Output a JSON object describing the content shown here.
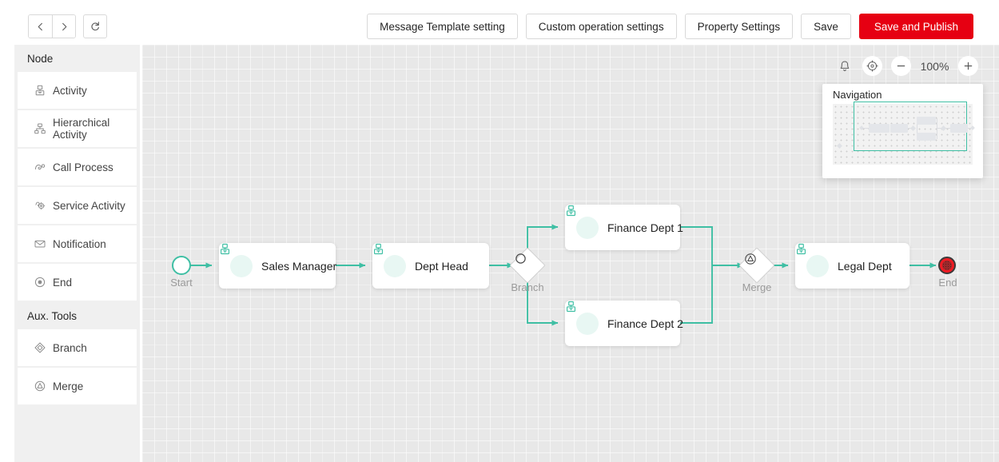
{
  "toolbar": {
    "back_icon": "chevron-left-icon",
    "forward_icon": "chevron-right-icon",
    "refresh_icon": "refresh-icon",
    "buttons": [
      {
        "label": "Message Template setting",
        "primary": false
      },
      {
        "label": "Custom operation settings",
        "primary": false
      },
      {
        "label": "Property Settings",
        "primary": false
      },
      {
        "label": "Save",
        "primary": false
      },
      {
        "label": "Save and Publish",
        "primary": true
      }
    ],
    "primary_color": "#e60012"
  },
  "sidebar": {
    "sections": [
      {
        "title": "Node",
        "items": [
          {
            "label": "Activity",
            "icon": "activity-icon"
          },
          {
            "label": "Hierarchical Activity",
            "icon": "hierarchy-icon"
          },
          {
            "label": "Call Process",
            "icon": "call-process-icon"
          },
          {
            "label": "Service Activity",
            "icon": "service-activity-icon"
          },
          {
            "label": "Notification",
            "icon": "mail-icon"
          },
          {
            "label": "End",
            "icon": "end-circle-icon"
          }
        ]
      },
      {
        "title": "Aux. Tools",
        "items": [
          {
            "label": "Branch",
            "icon": "branch-diamond-icon"
          },
          {
            "label": "Merge",
            "icon": "merge-icon"
          }
        ]
      }
    ]
  },
  "canvas": {
    "tools": {
      "bell_icon": "bell-icon",
      "locate_icon": "locate-target-icon",
      "zoom_out_icon": "minus-icon",
      "zoom_in_icon": "plus-icon",
      "zoom_level": "100%"
    },
    "navigation": {
      "title": "Navigation",
      "viewport_color": "#3fbfa4"
    },
    "accent_color": "#3fbfa4",
    "flow": {
      "start": {
        "label": "Start"
      },
      "end": {
        "label": "End"
      },
      "branch": {
        "label": "Branch"
      },
      "merge": {
        "label": "Merge"
      },
      "nodes": [
        {
          "label": "Sales Manager",
          "icon": "user-activity-icon"
        },
        {
          "label": "Dept Head",
          "icon": "user-activity-icon"
        },
        {
          "label": "Finance Dept 1",
          "icon": "user-activity-icon"
        },
        {
          "label": "Finance Dept 2",
          "icon": "user-activity-icon"
        },
        {
          "label": "Legal Dept",
          "icon": "user-activity-icon"
        }
      ]
    }
  }
}
